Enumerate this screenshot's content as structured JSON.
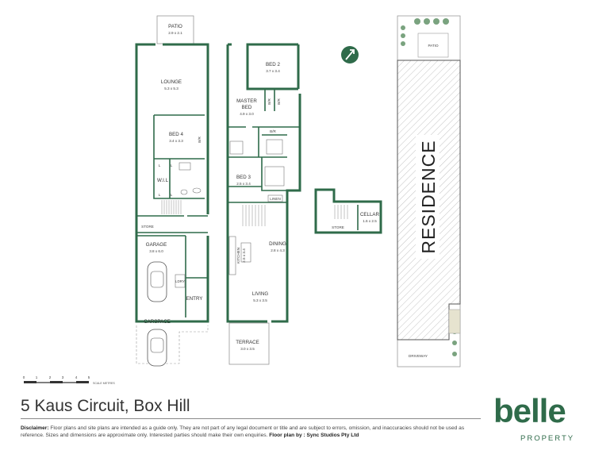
{
  "rooms": {
    "patio_top": {
      "name": "PATIO",
      "dims": "2.9 x 2.1"
    },
    "lounge": {
      "name": "LOUNGE",
      "dims": "5.3 x 5.3"
    },
    "bed4": {
      "name": "BED 4",
      "dims": "3.4 x 3.3"
    },
    "wil": {
      "name": "W.I.L"
    },
    "store1": {
      "name": "STORE"
    },
    "garage": {
      "name": "GARAGE",
      "dims": "3.8 x 6.0"
    },
    "lndry": {
      "name": "LDRY"
    },
    "entry": {
      "name": "ENTRY"
    },
    "carspace": {
      "name": "CARSPACE"
    },
    "bed2": {
      "name": "BED 2",
      "dims": "3.7 x 3.4"
    },
    "master": {
      "name": "MASTER",
      "name2": "BED",
      "dims": "4.9 x 3.0"
    },
    "bed3": {
      "name": "BED 3",
      "dims": "2.5 x 3.4"
    },
    "linen": {
      "name": "LINEN"
    },
    "dining": {
      "name": "DINING",
      "dims": "2.8 x 4.3"
    },
    "kitchen": {
      "name": "KITCHEN",
      "dims": "2.5 x 3.4"
    },
    "living": {
      "name": "LIVING",
      "dims": "5.3 x 3.5"
    },
    "terrace": {
      "name": "TERRACE",
      "dims": "3.0 x 3.5"
    },
    "cellar": {
      "name": "CELLAR",
      "dims": "1.6 x 2.5"
    },
    "store2": {
      "name": "STORE"
    },
    "patio_site": {
      "name": "PATIO"
    },
    "residence": {
      "name": "RESIDENCE"
    },
    "driveway": {
      "name": "DRIVEWAY"
    }
  },
  "small_labels": {
    "br": "B/R",
    "l": "L"
  },
  "scale_bar": {
    "ticks": [
      "0",
      "1",
      "2",
      "3",
      "4",
      "5"
    ],
    "unit": "SCALE METRES"
  },
  "footer": {
    "title": "5 Kaus Circuit, Box Hill",
    "disclaimer_label": "Disclaimer:",
    "disclaimer_text": "Floor plans and site plans are intended as a guide only. They are not part of any legal document or title and are subject to errors, omission, and inaccuracies should not be used as reference. Sizes and dimensions are approximate only. Interested parties should make their own enquiries.",
    "credit_label": "Floor plan by : Sync Studios Pty Ltd"
  },
  "brand": {
    "word": "belle",
    "sub": "PROPERTY"
  },
  "colors": {
    "wall": "#2f6b4a",
    "accent": "#2f6b4a",
    "text": "#333333"
  },
  "icons": [
    "compass-north-icon",
    "car-icon",
    "tree-icon",
    "stair-icon"
  ]
}
